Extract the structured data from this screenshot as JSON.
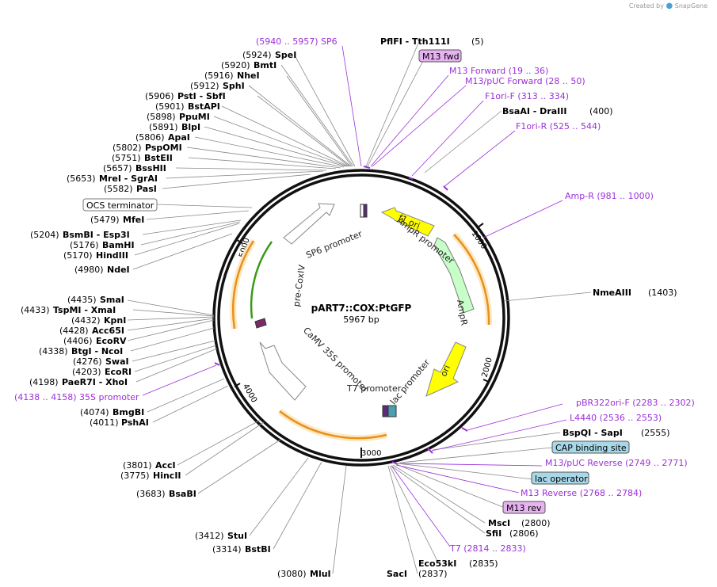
{
  "credit": {
    "prefix": "Created by",
    "brand": "SnapGene"
  },
  "plasmid": {
    "name": "pART7::COX:PtGFP",
    "length": "5967 bp"
  },
  "ruler": [
    "1000",
    "2000",
    "3000",
    "4000",
    "5000"
  ],
  "features": {
    "f1ori": "f1 ori",
    "ampr_promoter": "AmpR promoter",
    "ampr": "AmpR",
    "ori": "ori",
    "lac_promoter": "lac promoter",
    "t7_promoter": "T7 promoter",
    "camv": "CaMV 35S promoter",
    "precox": "pre-CoxIV",
    "sp6": "SP6 promoter"
  },
  "labels": {
    "sp6": "(5940 .. 5957)  SP6",
    "pflfi": "PflFI  - Tth111I",
    "pflfi_pos": "(5)",
    "m13fwd": "M13 fwd",
    "m13forward": "M13 Forward    (19 .. 36)",
    "m13puc_fwd": "M13/pUC Forward    (28 .. 50)",
    "f1ori_f": "F1ori-F    (313 .. 334)",
    "bsaai": "BsaAI  - DraIII",
    "bsaai_pos": "(400)",
    "f1ori_r": "F1ori-R    (525 .. 544)",
    "ampr_primer": "Amp-R    (981 .. 1000)",
    "nmeaiii": "NmeAIII",
    "nmeaiii_pos": "(1403)",
    "pbr322": "pBR322ori-F    (2283 .. 2302)",
    "l4440": "L4440    (2536 .. 2553)",
    "bspqi": "BspQI  - SapI",
    "bspqi_pos": "(2555)",
    "cap": "CAP binding site",
    "m13puc_rev": "M13/pUC Reverse    (2749 .. 2771)",
    "lac_operator": "lac operator",
    "m13reverse": "M13 Reverse    (2768 .. 2784)",
    "m13rev": "M13 rev",
    "msci": "MscI",
    "msci_pos": "(2800)",
    "sfii": "SfiI",
    "sfii_pos": "(2806)",
    "t7": "T7    (2814 .. 2833)",
    "eco53ki": "Eco53kI",
    "eco53ki_pos": "(2835)",
    "saci": "SacI",
    "saci_pos": "(2837)",
    "mlui": "MluI",
    "mlui_pos": "(3080)",
    "bstbi": "BstBI",
    "bstbi_pos": "(3314)",
    "stui": "StuI",
    "stui_pos": "(3412)",
    "bsabi": "BsaBI",
    "bsabi_pos": "(3683)",
    "hincii": "HincII",
    "hincii_pos": "(3775)",
    "acci": "AccI",
    "acci_pos": "(3801)",
    "pshai": "PshAI",
    "pshai_pos": "(4011)",
    "bmgbi": "BmgBI",
    "bmgbi_pos": "(4074)",
    "s35": "(4138 .. 4158)  35S promoter",
    "paer7i": "PaeR7I  - XhoI",
    "paer7i_pos": "(4198)",
    "ecori": "EcoRI",
    "ecori_pos": "(4203)",
    "swai": "SwaI",
    "swai_pos": "(4276)",
    "btgi": "BtgI  - NcoI",
    "btgi_pos": "(4338)",
    "ecorv": "EcoRV",
    "ecorv_pos": "(4406)",
    "acc65i": "Acc65I",
    "acc65i_pos": "(4428)",
    "kpni": "KpnI",
    "kpni_pos": "(4432)",
    "tspmi": "TspMI  - XmaI",
    "tspmi_pos": "(4433)",
    "smai": "SmaI",
    "smai_pos": "(4435)",
    "ndei": "NdeI",
    "ndei_pos": "(4980)",
    "hindiii": "HindIII",
    "hindiii_pos": "(5170)",
    "bamhi": "BamHI",
    "bamhi_pos": "(5176)",
    "bsmbi": "BsmBI  - Esp3I",
    "bsmbi_pos": "(5204)",
    "mfei": "MfeI",
    "mfei_pos": "(5479)",
    "ocs": "OCS terminator",
    "pasi": "PasI",
    "pasi_pos": "(5582)",
    "mrei": "MreI  - SgrAI",
    "mrei_pos": "(5653)",
    "bsshii": "BssHII",
    "bsshii_pos": "(5657)",
    "bsteii": "BstEII",
    "bsteii_pos": "(5751)",
    "pspomi": "PspOMI",
    "pspomi_pos": "(5802)",
    "apai": "ApaI",
    "apai_pos": "(5806)",
    "blpi": "BlpI",
    "blpi_pos": "(5891)",
    "ppumi": "PpuMI",
    "ppumi_pos": "(5898)",
    "bstapi": "BstAPI",
    "bstapi_pos": "(5901)",
    "psti": "PstI  - SbfI",
    "psti_pos": "(5906)",
    "sphi": "SphI",
    "sphi_pos": "(5912)",
    "nhei": "NheI",
    "nhei_pos": "(5916)",
    "bmti": "BmtI",
    "bmti_pos": "(5920)",
    "spei": "SpeI",
    "spei_pos": "(5924)"
  },
  "colors": {
    "purple": "#9b30d9",
    "orange": "#f0a030",
    "yellow": "#ffff00",
    "green": "#c8ffc8",
    "lavender_box": "#e6b3f0",
    "blue_box": "#a8d8e8"
  }
}
